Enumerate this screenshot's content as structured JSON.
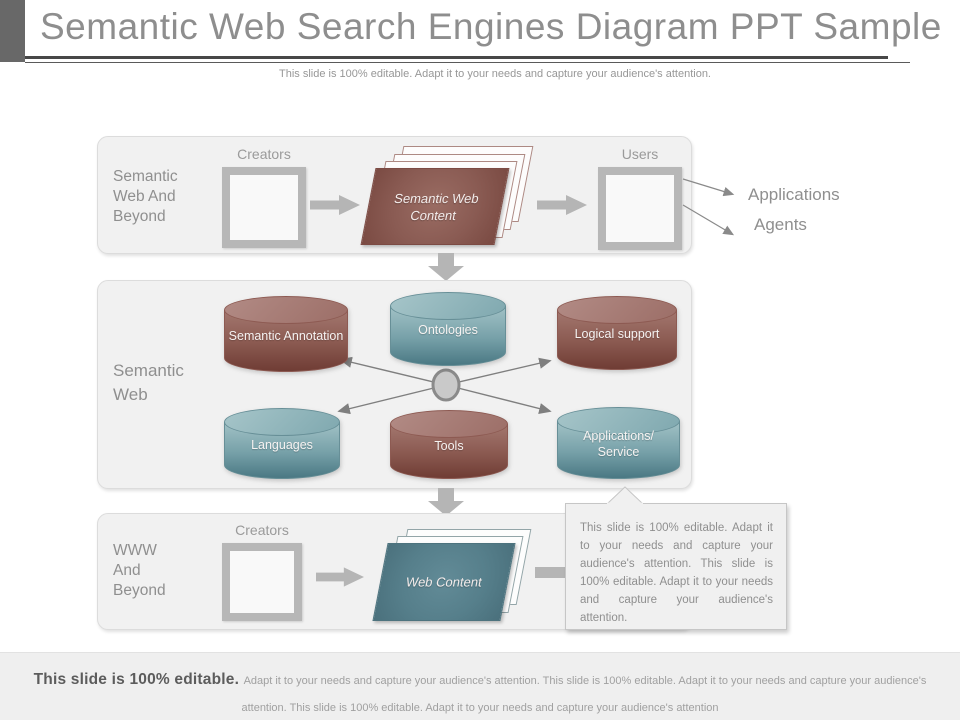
{
  "header": {
    "title": "Semantic Web Search Engines Diagram PPT Sample",
    "subtitle": "This slide is 100% editable. Adapt it to your needs and capture your audience's attention."
  },
  "sections": {
    "top": {
      "label": "Semantic Web And Beyond",
      "creators_label": "Creators",
      "content_label": "Semantic Web Content",
      "users_label": "Users",
      "outputs": [
        "Applications",
        "Agents"
      ]
    },
    "middle": {
      "label": "Semantic Web",
      "cylinders": [
        {
          "label": "Semantic Annotation",
          "color": "red"
        },
        {
          "label": "Ontologies",
          "color": "teal"
        },
        {
          "label": "Logical support",
          "color": "red"
        },
        {
          "label": "Languages",
          "color": "teal"
        },
        {
          "label": "Tools",
          "color": "red"
        },
        {
          "label": "Applications/ Service",
          "color": "teal"
        }
      ]
    },
    "bottom": {
      "label": "WWW And Beyond",
      "creators_label": "Creators",
      "content_label": "Web Content"
    }
  },
  "callout": {
    "text": "This slide is 100% editable. Adapt it to your needs and capture your audience's attention. This slide is 100% editable. Adapt it to your needs and capture your audience's attention."
  },
  "footer": {
    "bold_text": "This slide is 100% editable.",
    "body_text": "Adapt it to your needs and capture your audience's attention. This slide is 100% editable. Adapt it to your needs and capture your audience's attention. This slide is 100% editable. Adapt it to your needs and capture your audience's attention"
  },
  "colors": {
    "accent_red": "#8a5b53",
    "accent_teal": "#56808c",
    "arrow_gray": "#b5b5b5",
    "title_gray": "#8e8e8e"
  }
}
